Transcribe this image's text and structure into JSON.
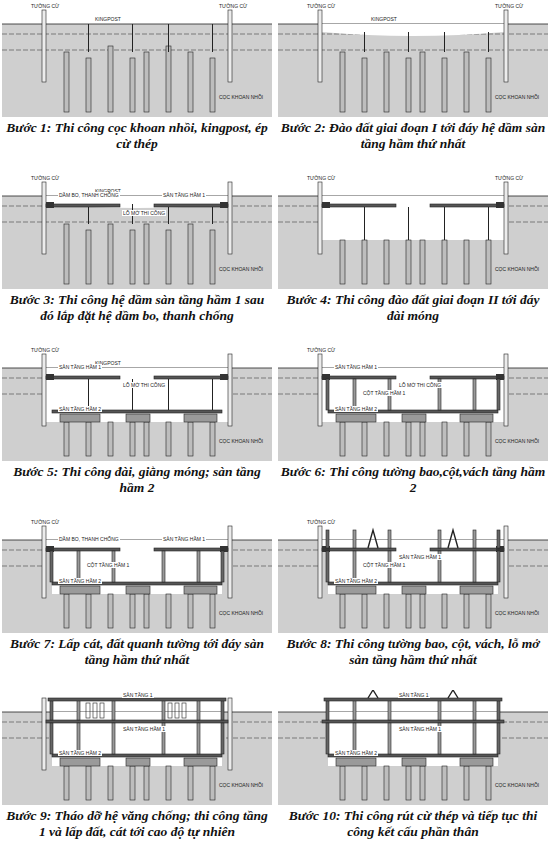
{
  "diagram": {
    "labels": [
      "Bước 1: Thi công cọc khoan nhồi, kingpost, ép cừ thép",
      "TƯỜNG CỪ",
      "KINGPOST",
      "TƯỜNG CỪ",
      "CỌC KHOAN NHỒI",
      "Bước 2: Đào đất giai đoạn I tới đáy hệ dầm sàn tầng hầm thứ nhất",
      "TƯỜNG CỪ",
      "KINGPOST",
      "TƯỜNG CỪ",
      "CỌC KHOAN NHỒI",
      "Bước 3: Thi công hệ dầm sàn tầng hầm 1 sau đó lắp đặt hệ dầm bo, thanh chống",
      "TƯỜNG CỪ",
      "KINGPOST",
      "LỖ MỞ THI CÔNG",
      "DẦM BO, THANH CHỐNG",
      "SÀN TẦNG HẦM 1",
      "CỌC KHOAN NHỒI",
      "Bước 4: Thi công đào đất giai đoạn II tới đáy đài móng",
      "TƯỜNG CỪ",
      "TƯỜNG CỪ",
      "CỌC KHOAN NHỒI",
      "Bước 5:  Thi công đài, giằng móng; sàn tầng hầm 2",
      "TƯỜNG CỪ",
      "KINGPOST",
      "SÀN TẦNG HẦM 1",
      "LỖ MỞ THI CÔNG",
      "SÀN TẦNG HẦM 2",
      "CỌC KHOAN NHỒI",
      "Bước 6: Thi công tường bao,cột,vách tầng hầm 2",
      "TƯỜNG CỪ",
      "CỘT TẦNG HẦM 1",
      "SÀN TẦNG HẦM 1",
      "LỖ MỞ THI CÔNG",
      "SÀN TẦNG HẦM 2",
      "CỌC KHOAN NHỒI",
      "Bước 7: Lấp cát, đất quanh tường tới đáy sàn tầng hầm thứ nhất",
      "TƯỜNG CỪ",
      "CỘT TẦNG HẦM 1",
      "SÀN TẦNG HẦM 1",
      "DẦM BO, THANH CHỐNG",
      "SÀN TẦNG HẦM 2",
      "CỌC KHOAN NHỒI",
      "Bước 8: Thi công tường bao, cột, vách, lỗ mở sàn tầng hầm thứ nhất",
      "TƯỜNG CỪ",
      "CỘT TẦNG HẦM 1",
      "SÀN TẦNG HẦM 1",
      "SÀN TẦNG HẦM 2",
      "CỌC KHOAN NHỒI",
      "Bước 9: Tháo dỡ hệ văng chống; thi công tầng 1 và lấp đất, cát tới cao độ tự nhiên",
      "SÀN TẦNG 1",
      "SÀN TẦNG HẦM 1",
      "SÀN TẦNG HẦM 2",
      "CỌC KHOAN NHỒI",
      "Bước 10: Thi công rút cừ thép và tiếp tục thi công kết cấu phần thân",
      "SÀN TẦNG 1",
      "SÀN TẦNG HẦM 1",
      "SÀN TẦNG HẦM 2",
      "CỌC KHOAN NHỒI"
    ]
  }
}
